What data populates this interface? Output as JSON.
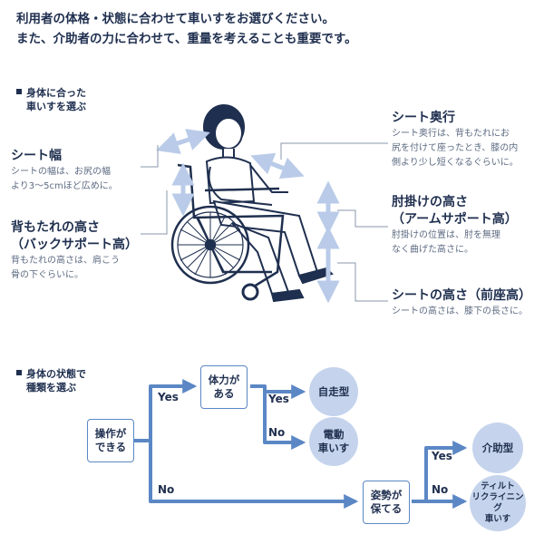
{
  "intro": {
    "line1": "利用者の体格・状態に合わせて車いすをお選びください。",
    "line2": "また、介助者の力に合わせて、重量を考えることも重要です。"
  },
  "section_body": {
    "line1": "身体に合った",
    "line2": "車いすを選ぶ"
  },
  "labels": {
    "seat_width": {
      "title": "シート幅",
      "desc1": "シートの幅は、お尻の幅",
      "desc2": "より3〜5cmほど広めに。"
    },
    "backrest": {
      "title1": "背もたれの高さ",
      "title2": "（バックサポート高）",
      "desc1": "背もたれの高さは、肩こう",
      "desc2": "骨の下ぐらいに。"
    },
    "seat_depth": {
      "title": "シート奥行",
      "desc1": "シート奥行は、背もたれにお",
      "desc2": "尻を付けて座ったとき、膝の内",
      "desc3": "側より少し短くなるぐらいに。"
    },
    "armrest": {
      "title1": "肘掛けの高さ",
      "title2": "（アームサポート高）",
      "desc1": "肘掛けの位置は、肘を無理",
      "desc2": "なく曲げた高さに。"
    },
    "seat_height": {
      "title": "シートの高さ（前座高）",
      "desc1": "シートの高さは、膝下の長さに。"
    }
  },
  "section_type": {
    "line1": "身体の状態で",
    "line2": "種類を選ぶ"
  },
  "flow": {
    "q_operate": {
      "line1": "操作が",
      "line2": "できる"
    },
    "q_strength": {
      "line1": "体力が",
      "line2": "ある"
    },
    "q_posture": {
      "line1": "姿勢が",
      "line2": "保てる"
    },
    "r_self": {
      "line1": "自走型"
    },
    "r_electric": {
      "line1": "電動",
      "line2": "車いす"
    },
    "r_assist": {
      "line1": "介助型"
    },
    "r_tilt": {
      "line1": "ティルト",
      "line2": "リクライニング",
      "line3": "車いす"
    },
    "yes": "Yes",
    "no": "No"
  },
  "colors": {
    "text": "#1f2f4f",
    "accent": "#5b87c5",
    "circle_fill": "#c5d4ec",
    "arrow_light": "#b9cbe8"
  }
}
